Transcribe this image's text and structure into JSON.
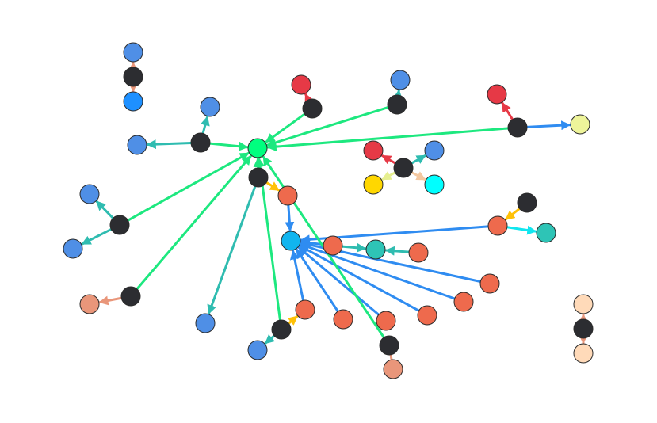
{
  "graph": {
    "type": "network-graph",
    "colors": {
      "hub": "#2c2d31",
      "blue": "#4f8fe6",
      "bright_blue": "#1e90ff",
      "cyan": "#00ffff",
      "sky": "#11b5ef",
      "green": "#00ff7f",
      "teal": "#2ec4b6",
      "red": "#e63946",
      "orange": "#ee6a4d",
      "salmon": "#e9967a",
      "peach": "#ffdab9",
      "gold": "#ffd700",
      "lime": "#eef49a",
      "edge_green": "#1de87f",
      "edge_blue": "#2f8cf1",
      "edge_teal": "#2fbcb0",
      "edge_red": "#e63946",
      "edge_gold": "#ffc107",
      "edge_cyan": "#11e6ef",
      "edge_salmon": "#e9967a",
      "edge_peach": "#f4c8a0",
      "edge_lime": "#e6ef90"
    },
    "nodes": [
      {
        "id": "a1",
        "color": "blue"
      },
      {
        "id": "a2",
        "color": "hub"
      },
      {
        "id": "a3",
        "color": "bright_blue"
      },
      {
        "id": "b1",
        "color": "red"
      },
      {
        "id": "b2",
        "color": "hub"
      },
      {
        "id": "c1",
        "color": "blue"
      },
      {
        "id": "c2",
        "color": "hub"
      },
      {
        "id": "d1",
        "color": "red"
      },
      {
        "id": "d2",
        "color": "hub"
      },
      {
        "id": "d3",
        "color": "lime"
      },
      {
        "id": "e1",
        "color": "blue"
      },
      {
        "id": "e2",
        "color": "hub"
      },
      {
        "id": "e3",
        "color": "blue"
      },
      {
        "id": "G",
        "color": "green"
      },
      {
        "id": "f1",
        "color": "red"
      },
      {
        "id": "f2",
        "color": "blue"
      },
      {
        "id": "f3",
        "color": "hub"
      },
      {
        "id": "f4",
        "color": "gold"
      },
      {
        "id": "f5",
        "color": "cyan"
      },
      {
        "id": "g1",
        "color": "hub"
      },
      {
        "id": "g2",
        "color": "orange"
      },
      {
        "id": "h1",
        "color": "blue"
      },
      {
        "id": "h2",
        "color": "hub"
      },
      {
        "id": "h3",
        "color": "blue"
      },
      {
        "id": "i1",
        "color": "hub"
      },
      {
        "id": "i2",
        "color": "orange"
      },
      {
        "id": "i3",
        "color": "teal"
      },
      {
        "id": "S",
        "color": "sky"
      },
      {
        "id": "s1",
        "color": "orange"
      },
      {
        "id": "s2",
        "color": "teal"
      },
      {
        "id": "s3",
        "color": "orange"
      },
      {
        "id": "s4",
        "color": "orange"
      },
      {
        "id": "s5",
        "color": "orange"
      },
      {
        "id": "s6",
        "color": "orange"
      },
      {
        "id": "s7",
        "color": "orange"
      },
      {
        "id": "s8",
        "color": "orange"
      },
      {
        "id": "s9",
        "color": "orange"
      },
      {
        "id": "j1",
        "color": "hub"
      },
      {
        "id": "j2",
        "color": "salmon"
      },
      {
        "id": "k1",
        "color": "blue"
      },
      {
        "id": "l1",
        "color": "hub"
      },
      {
        "id": "l2",
        "color": "blue"
      },
      {
        "id": "m1",
        "color": "hub"
      },
      {
        "id": "m2",
        "color": "salmon"
      },
      {
        "id": "n1",
        "color": "peach"
      },
      {
        "id": "n2",
        "color": "hub"
      },
      {
        "id": "n3",
        "color": "peach"
      }
    ],
    "edges": [
      {
        "from": "a2",
        "to": "a1",
        "color": "edge_salmon",
        "arrow": true
      },
      {
        "from": "a2",
        "to": "a3",
        "color": "edge_salmon",
        "arrow": true
      },
      {
        "from": "b2",
        "to": "b1",
        "color": "edge_red",
        "arrow": true
      },
      {
        "from": "b2",
        "to": "G",
        "color": "edge_green",
        "arrow": true
      },
      {
        "from": "c2",
        "to": "c1",
        "color": "edge_teal",
        "arrow": true
      },
      {
        "from": "c2",
        "to": "G",
        "color": "edge_green",
        "arrow": true
      },
      {
        "from": "d2",
        "to": "d1",
        "color": "edge_red",
        "arrow": true
      },
      {
        "from": "d2",
        "to": "d3",
        "color": "edge_blue",
        "arrow": true
      },
      {
        "from": "d2",
        "to": "G",
        "color": "edge_green",
        "arrow": true
      },
      {
        "from": "e2",
        "to": "e1",
        "color": "edge_teal",
        "arrow": true
      },
      {
        "from": "e2",
        "to": "e3",
        "color": "edge_teal",
        "arrow": true
      },
      {
        "from": "e2",
        "to": "G",
        "color": "edge_green",
        "arrow": true
      },
      {
        "from": "f3",
        "to": "f1",
        "color": "edge_red",
        "arrow": true
      },
      {
        "from": "f3",
        "to": "f2",
        "color": "edge_teal",
        "arrow": true
      },
      {
        "from": "f3",
        "to": "f4",
        "color": "edge_lime",
        "arrow": true
      },
      {
        "from": "f3",
        "to": "f5",
        "color": "edge_peach",
        "arrow": true
      },
      {
        "from": "g1",
        "to": "g2",
        "color": "edge_gold",
        "arrow": true
      },
      {
        "from": "g1",
        "to": "G",
        "color": "edge_green",
        "arrow": true
      },
      {
        "from": "g1",
        "to": "k1",
        "color": "edge_teal",
        "arrow": true
      },
      {
        "from": "g2",
        "to": "S",
        "color": "edge_blue",
        "arrow": true
      },
      {
        "from": "h2",
        "to": "h1",
        "color": "edge_teal",
        "arrow": true
      },
      {
        "from": "h2",
        "to": "h3",
        "color": "edge_teal",
        "arrow": true
      },
      {
        "from": "h2",
        "to": "G",
        "color": "edge_green",
        "arrow": true
      },
      {
        "from": "i1",
        "to": "i2",
        "color": "edge_gold",
        "arrow": true
      },
      {
        "from": "i2",
        "to": "i3",
        "color": "edge_cyan",
        "arrow": true
      },
      {
        "from": "i2",
        "to": "S",
        "color": "edge_blue",
        "arrow": true
      },
      {
        "from": "s1",
        "to": "S",
        "color": "edge_blue",
        "arrow": true
      },
      {
        "from": "s1",
        "to": "s2",
        "color": "edge_teal",
        "arrow": true
      },
      {
        "from": "s3",
        "to": "s2",
        "color": "edge_teal",
        "arrow": true
      },
      {
        "from": "s4",
        "to": "S",
        "color": "edge_blue",
        "arrow": true
      },
      {
        "from": "s5",
        "to": "S",
        "color": "edge_blue",
        "arrow": true
      },
      {
        "from": "s6",
        "to": "S",
        "color": "edge_blue",
        "arrow": true
      },
      {
        "from": "s7",
        "to": "S",
        "color": "edge_blue",
        "arrow": true
      },
      {
        "from": "s8",
        "to": "S",
        "color": "edge_blue",
        "arrow": true
      },
      {
        "from": "s9",
        "to": "S",
        "color": "edge_blue",
        "arrow": true
      },
      {
        "from": "l1",
        "to": "s9",
        "color": "edge_gold",
        "arrow": true
      },
      {
        "from": "l1",
        "to": "l2",
        "color": "edge_teal",
        "arrow": true
      },
      {
        "from": "l1",
        "to": "G",
        "color": "edge_green",
        "arrow": true
      },
      {
        "from": "j1",
        "to": "j2",
        "color": "edge_salmon",
        "arrow": true
      },
      {
        "from": "j1",
        "to": "G",
        "color": "edge_green",
        "arrow": true
      },
      {
        "from": "m1",
        "to": "m2",
        "color": "edge_salmon",
        "arrow": false
      },
      {
        "from": "m1",
        "to": "G",
        "color": "edge_green",
        "arrow": true
      },
      {
        "from": "n2",
        "to": "n1",
        "color": "edge_salmon",
        "arrow": true
      },
      {
        "from": "n2",
        "to": "n3",
        "color": "edge_salmon",
        "arrow": true
      }
    ]
  }
}
